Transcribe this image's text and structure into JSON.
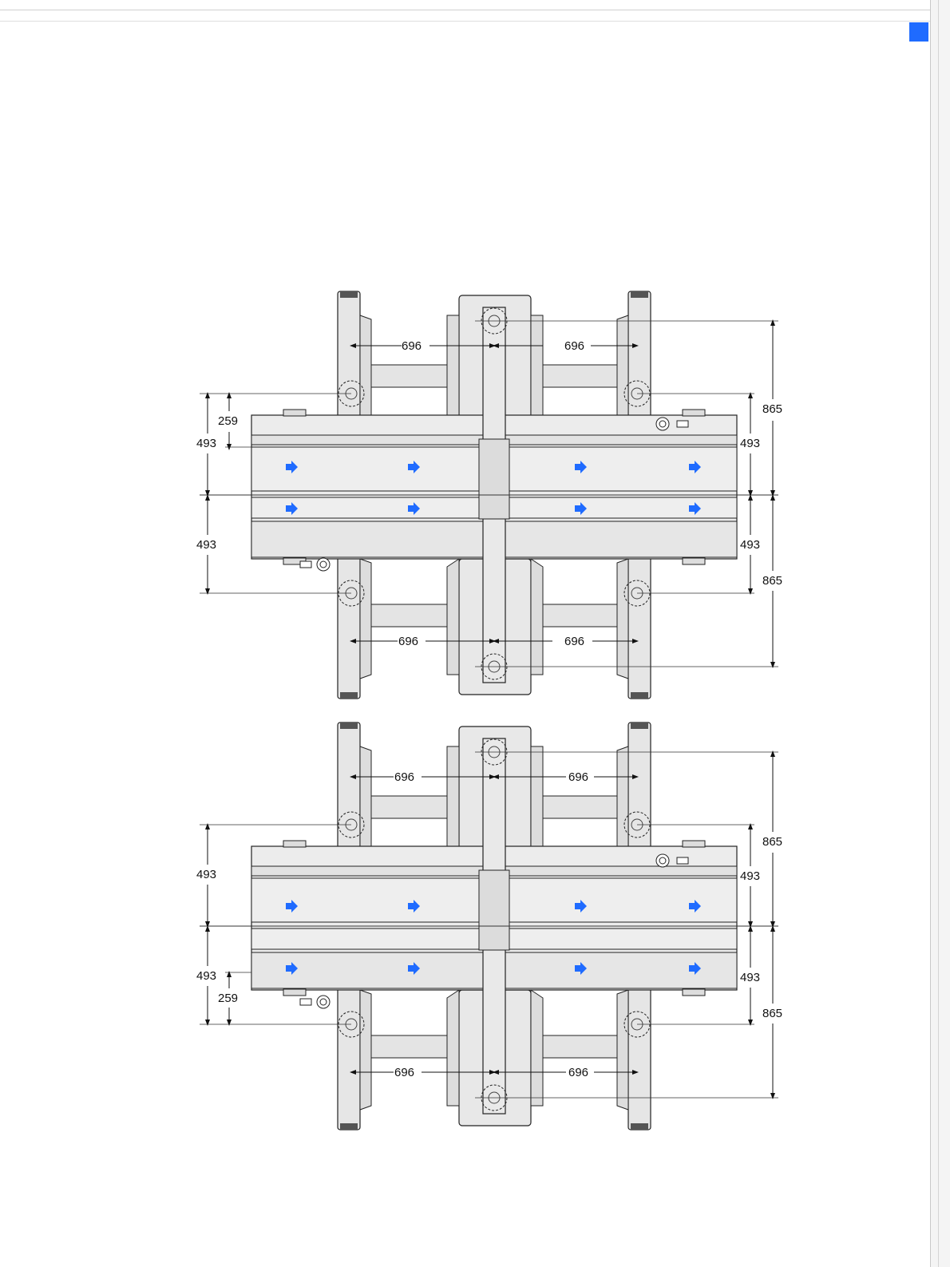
{
  "page": {
    "accent_color": "#1f6bff",
    "corner_button_icon": "square-icon"
  },
  "drawings": [
    {
      "dims": {
        "top_left_span": "696",
        "top_right_span": "696",
        "bottom_left_span": "696",
        "bottom_right_span": "696",
        "left_upper_small": "259",
        "left_upper": "493",
        "left_lower": "493",
        "right_upper": "493",
        "right_lower": "493",
        "right_top_tall": "865",
        "right_bottom_tall": "865"
      }
    },
    {
      "dims": {
        "top_left_span": "696",
        "top_right_span": "696",
        "bottom_left_span": "696",
        "bottom_right_span": "696",
        "left_upper": "493",
        "left_lower": "493",
        "left_lower_small": "259",
        "right_upper": "493",
        "right_lower": "493",
        "right_top_tall": "865",
        "right_bottom_tall": "865"
      }
    }
  ]
}
